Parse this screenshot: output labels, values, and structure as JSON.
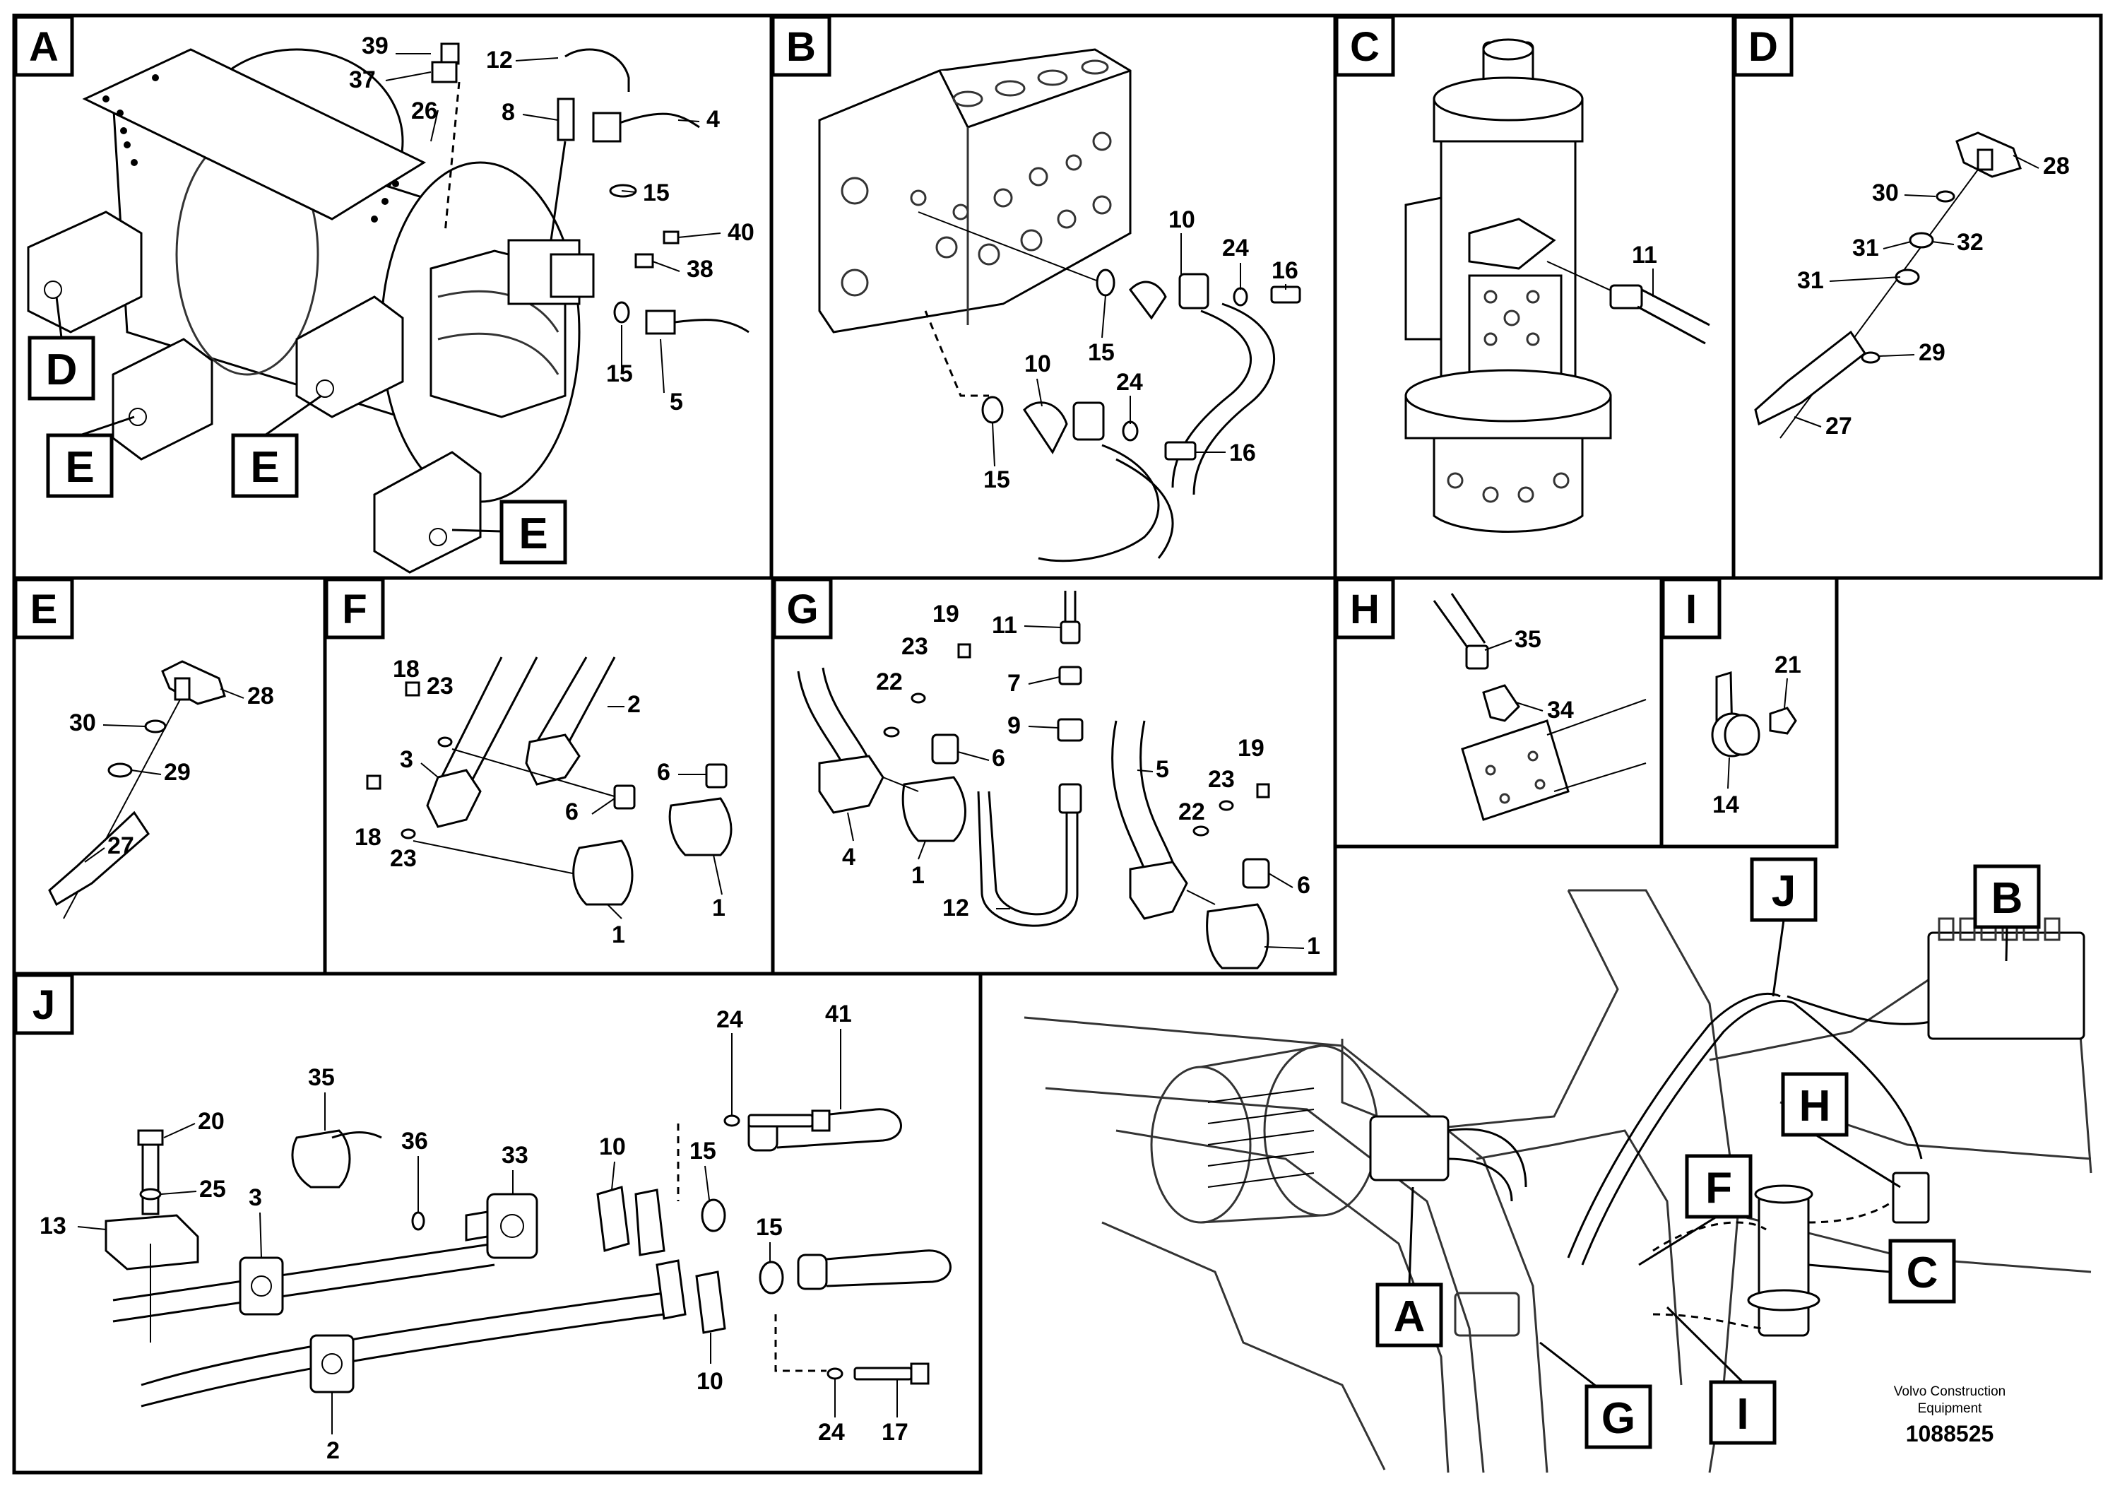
{
  "panels": [
    {
      "letter": "A",
      "callouts": [
        "39",
        "37",
        "12",
        "26",
        "8",
        "4",
        "15",
        "40",
        "38",
        "15",
        "5"
      ],
      "refs": [
        "D",
        "E",
        "E",
        "E"
      ]
    },
    {
      "letter": "B",
      "callouts": [
        "10",
        "24",
        "16",
        "15",
        "10",
        "24",
        "16",
        "15"
      ]
    },
    {
      "letter": "C",
      "callouts": [
        "11"
      ]
    },
    {
      "letter": "D",
      "callouts": [
        "28",
        "30",
        "31",
        "32",
        "31",
        "29",
        "27"
      ]
    },
    {
      "letter": "E",
      "callouts": [
        "28",
        "30",
        "29",
        "27"
      ]
    },
    {
      "letter": "F",
      "callouts": [
        "18",
        "23",
        "2",
        "3",
        "6",
        "6",
        "18",
        "23",
        "1",
        "1"
      ]
    },
    {
      "letter": "G",
      "callouts": [
        "19",
        "11",
        "23",
        "22",
        "7",
        "9",
        "6",
        "4",
        "1",
        "12",
        "5",
        "19",
        "23",
        "22",
        "6",
        "1"
      ]
    },
    {
      "letter": "H",
      "callouts": [
        "35",
        "34"
      ]
    },
    {
      "letter": "I",
      "callouts": [
        "21",
        "14"
      ]
    },
    {
      "letter": "J",
      "callouts": [
        "24",
        "41",
        "35",
        "20",
        "36",
        "33",
        "10",
        "15",
        "25",
        "3",
        "13",
        "15",
        "2",
        "10",
        "24",
        "17"
      ]
    }
  ],
  "overview": {
    "callouts": [
      "J",
      "B",
      "H",
      "F",
      "C",
      "A",
      "G",
      "I"
    ]
  },
  "footer": {
    "brand_line1": "Volvo Construction",
    "brand_line2": "Equipment",
    "drawing_number": "1088525"
  }
}
